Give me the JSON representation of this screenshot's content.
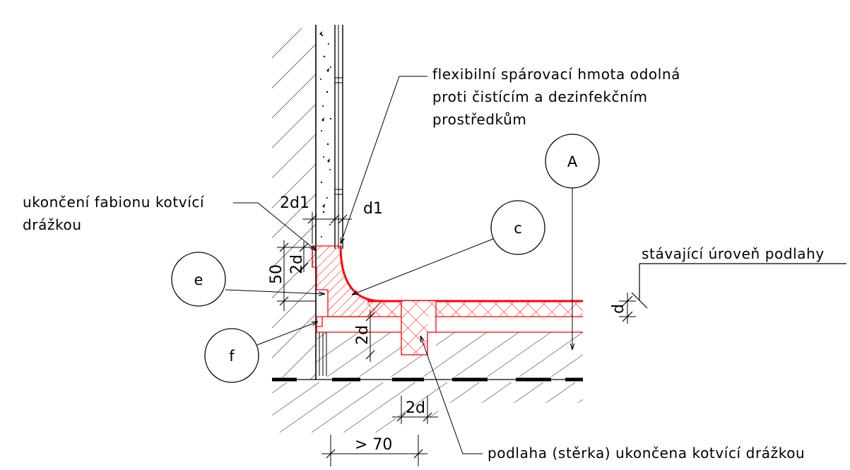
{
  "colors": {
    "red": "#ff0000",
    "black": "#000000",
    "background": "#ffffff"
  },
  "notes": {
    "sealant": [
      "flexibilní spárovací hmota odolná",
      "proti čistícím a dezinfekčním",
      "prostředkům"
    ],
    "fabion_end": [
      "ukončení fabionu kotvící",
      "drážkou"
    ],
    "existing_floor": "stávající úroveň podlahy",
    "floor_end": "podlaha (stěrka) ukončena kotvící drážkou"
  },
  "dimensions": {
    "two_d1": "2d1",
    "d1": "d1",
    "fifty": "50",
    "two_d_vertical": "2d",
    "d": "d",
    "two_d_groove_depth": "2d",
    "two_d_groove_width": "2d",
    "min_width": "> 70"
  },
  "bubbles": {
    "A": "A",
    "c": "c",
    "e": "e",
    "f": "f"
  }
}
